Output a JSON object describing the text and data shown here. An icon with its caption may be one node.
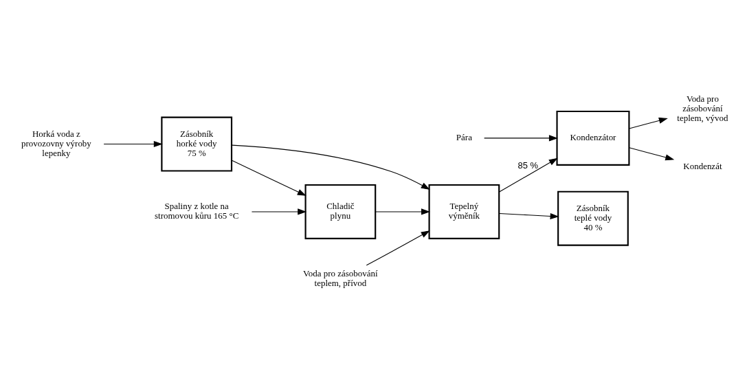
{
  "diagram": {
    "nodes": [
      {
        "text": [
          "Chladič plynu"
        ]
      },
      {
        "text": [
          "Spaliny z kotle na stromovou kůru 165 °C"
        ]
      },
      {
        "text": [
          "Tepelný výměník"
        ]
      },
      {
        "text": [
          "Zásobník horké vody 75 %"
        ]
      },
      {
        "text": [
          "Horká voda z provozovny výroby lepenky"
        ]
      },
      {
        "text": [
          "Zásobník teplé vody 40 %"
        ]
      },
      {
        "text": [
          "Kondenzátor"
        ]
      },
      {
        "text": [
          "Pára"
        ]
      },
      {
        "text": [
          "Voda pro zásobování teplem, vývod"
        ]
      },
      {
        "text": [
          "Kondenzát"
        ]
      },
      {
        "text": [
          "Voda pro zásobování teplem, přívod"
        ]
      }
    ],
    "edges": [
      {
        "from": 1,
        "to": 0,
        "arrow": "to"
      },
      {
        "from": 0,
        "to": 2,
        "arrow": "to"
      },
      {
        "from": 3,
        "to": 0,
        "arrow": "to"
      },
      {
        "from": 3,
        "to": 2,
        "arrow": "to"
      },
      {
        "from": 4,
        "to": 3,
        "arrow": "to"
      },
      {
        "from": 2,
        "to": 6,
        "arrow": "to",
        "label": "85 %"
      },
      {
        "from": 2,
        "to": 5,
        "arrow": "to"
      },
      {
        "from": 7,
        "to": 6,
        "arrow": "to"
      },
      {
        "from": 6,
        "to": 8,
        "arrow": "to"
      },
      {
        "from": 6,
        "to": 9,
        "arrow": "to"
      },
      {
        "from": 10,
        "to": 2,
        "arrow": "to"
      }
    ]
  }
}
